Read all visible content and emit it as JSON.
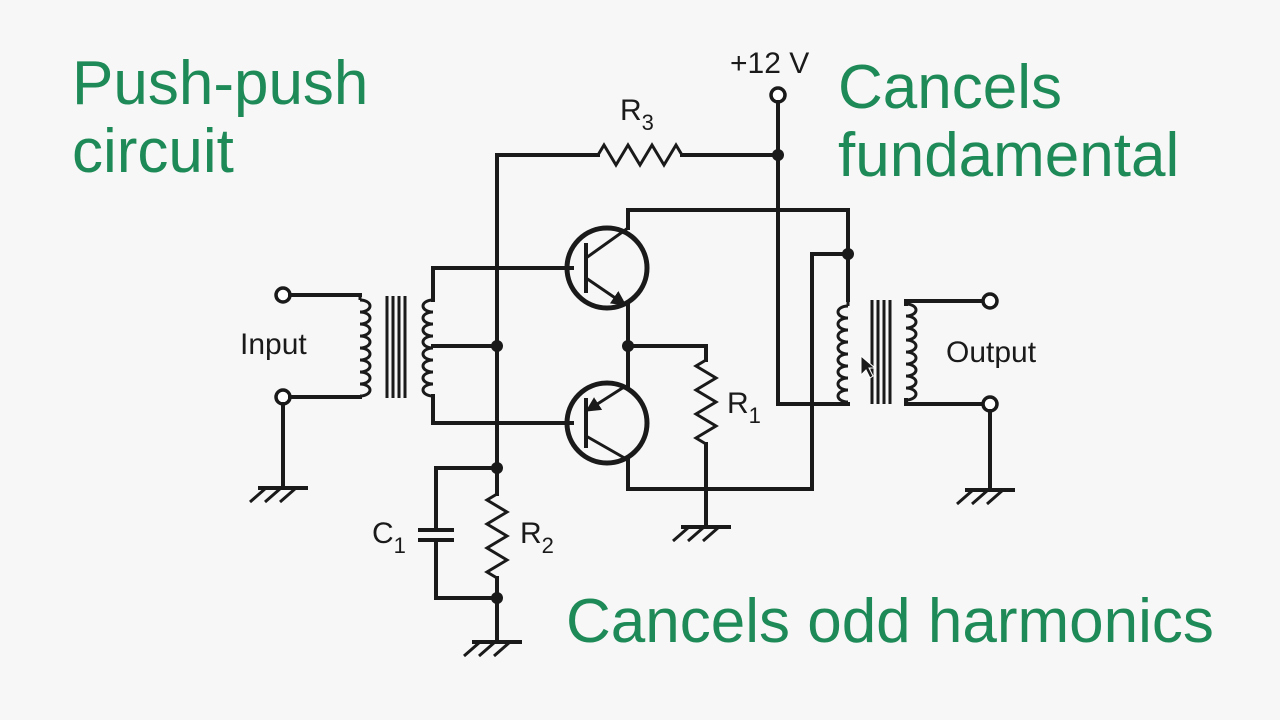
{
  "titles": {
    "left_line1": "Push-push",
    "left_line2": "circuit",
    "right_line1": "Cancels",
    "right_line2": "fundamental",
    "bottom": "Cancels odd harmonics"
  },
  "schematic": {
    "supply_label": "+12 V",
    "input_label": "Input",
    "output_label": "Output",
    "resistors": [
      {
        "name": "R",
        "sub": "1"
      },
      {
        "name": "R",
        "sub": "2"
      },
      {
        "name": "R",
        "sub": "3"
      }
    ],
    "capacitor": {
      "name": "C",
      "sub": "1"
    }
  },
  "colors": {
    "title_green": "#1e8a57",
    "line": "#1a1a1a",
    "background": "#f7f7f7"
  }
}
